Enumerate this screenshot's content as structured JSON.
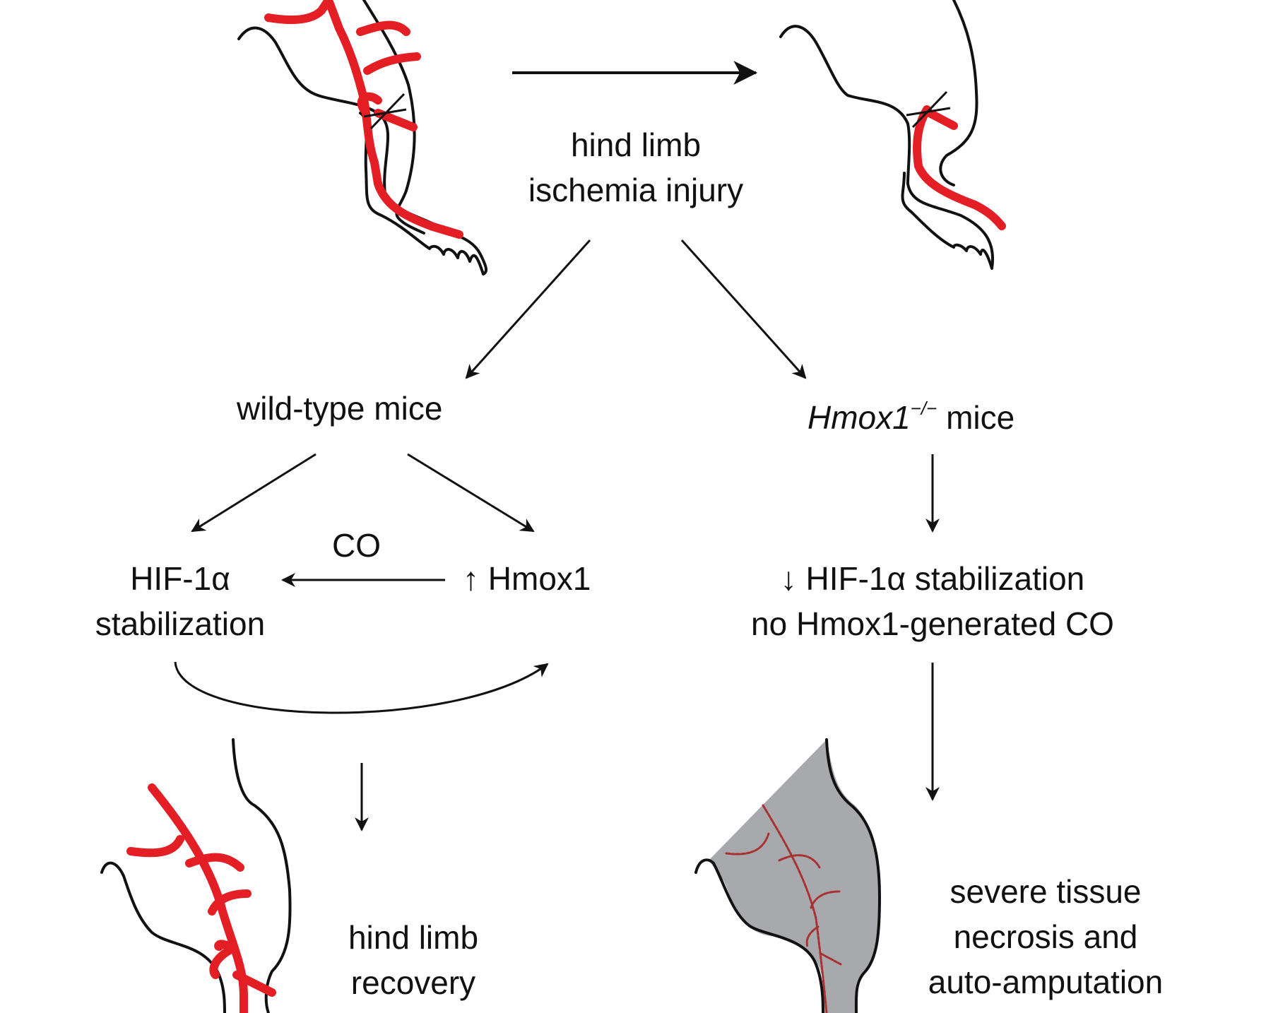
{
  "colors": {
    "vessel": "#e31e24",
    "necrotic_vessel": "#a83232",
    "necrotic_tissue": "#a8a9ac",
    "outline": "#111111",
    "background": "#ffffff"
  },
  "labels": {
    "injury": {
      "line1": "hind limb",
      "line2": "ischemia injury"
    },
    "wildtype": "wild-type mice",
    "knockout": {
      "gene": "Hmox1",
      "genotype": "−/−",
      "suffix": " mice"
    },
    "hif_left": {
      "line1": "HIF-1α",
      "line2": "stabilization"
    },
    "co": "CO",
    "hmox_up": "↑ Hmox1",
    "hif_right": {
      "line1": "↓ HIF-1α stabilization",
      "line2": "no Hmox1-generated CO"
    },
    "recovery": {
      "line1": "hind limb",
      "line2": "recovery"
    },
    "necrosis": {
      "line1": "severe tissue",
      "line2": "necrosis and",
      "line3": "auto-amputation"
    }
  },
  "figures": [
    {
      "id": "limb-before",
      "state": "intact vasculature with ligation"
    },
    {
      "id": "limb-after",
      "state": "ligated artery, distal vessel only"
    },
    {
      "id": "limb-recovered",
      "state": "revascularized"
    },
    {
      "id": "limb-necrotic",
      "state": "necrotic tissue"
    }
  ]
}
